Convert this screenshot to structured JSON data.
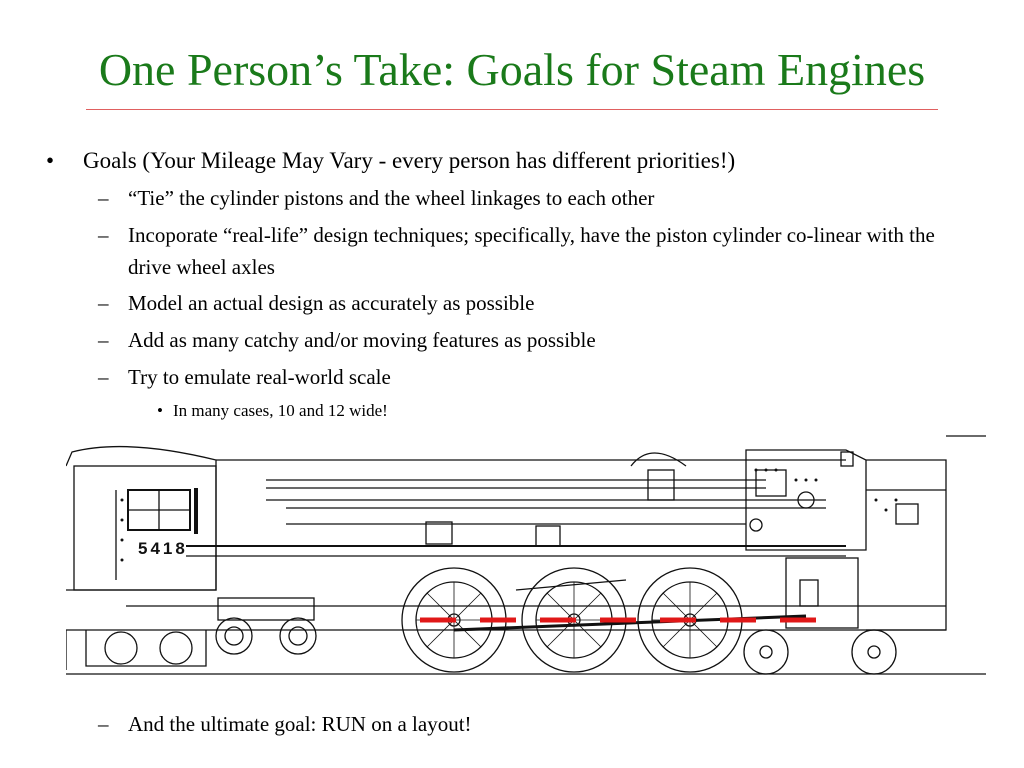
{
  "slide": {
    "title": "One Person’s Take: Goals for Steam Engines",
    "bullet_main": "Goals (Your Mileage May Vary - every person has different priorities!)",
    "sub_items": [
      "“Tie” the cylinder pistons and the wheel linkages to each other",
      "Incoporate “real-life” design techniques; specifically, have the piston cylinder co-linear with the drive wheel axles",
      "Model an actual design as accurately as possible",
      "Add as many catchy and/or moving features as possible",
      "Try to emulate real-world scale"
    ],
    "sub_sub_item": "In many cases, 10 and 12 wide!",
    "final_item": "And the ultimate goal: RUN on a layout!",
    "loco_number": "5418",
    "markers": {
      "bullet": "•",
      "dash": "–"
    }
  },
  "colors": {
    "title": "#1a7a1a",
    "rule": "#e06060",
    "dashed_line": "#e01818"
  },
  "icons": [
    "steam-locomotive-drawing"
  ]
}
